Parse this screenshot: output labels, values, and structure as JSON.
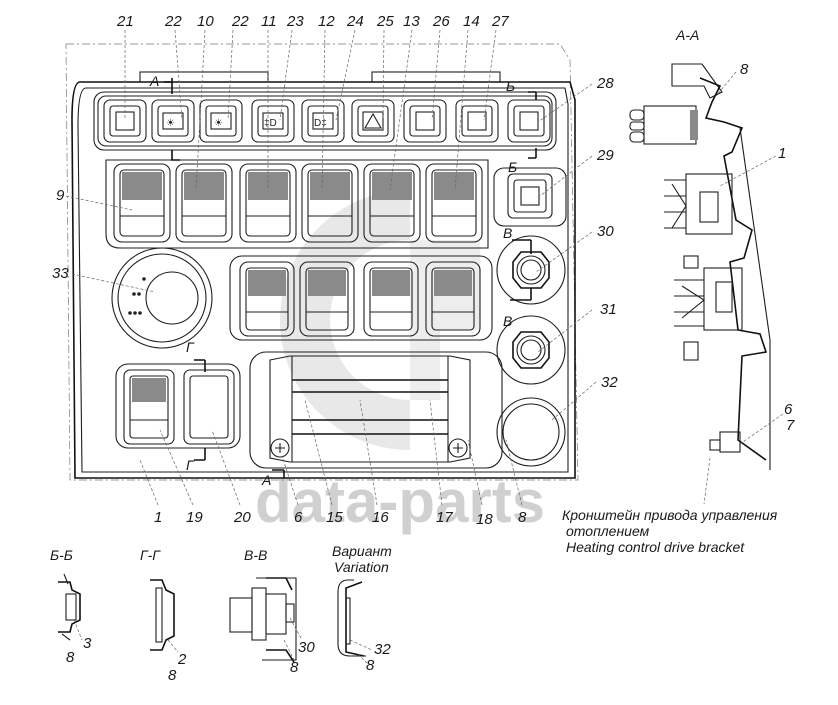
{
  "diagram": {
    "type": "technical-assembly-drawing",
    "subject": "Instrument panel switch block with sections",
    "watermark": "data-parts",
    "top_callouts": [
      "21",
      "22",
      "10",
      "22",
      "11",
      "23",
      "12",
      "24",
      "25",
      "13",
      "26",
      "14",
      "27"
    ],
    "right_callouts": [
      "28",
      "29",
      "30",
      "31",
      "32"
    ],
    "left_callouts": [
      "9",
      "33"
    ],
    "bottom_callouts": [
      "1",
      "19",
      "20",
      "6",
      "15",
      "16",
      "17",
      "18",
      "8"
    ],
    "section_marks": {
      "a": "А",
      "b": "Б",
      "v": "В",
      "g": "Г"
    },
    "section_a": {
      "title": "А-А",
      "callouts": [
        "8",
        "1",
        "6",
        "7"
      ],
      "caption_ru_line1": "Кронштейн привода управления",
      "caption_ru_line2": "отоплением",
      "caption_en": "Heating control drive bracket"
    },
    "details": [
      {
        "title": "Б-Б",
        "callouts": [
          "3",
          "8"
        ]
      },
      {
        "title": "Г-Г",
        "callouts": [
          "2",
          "8"
        ]
      },
      {
        "title": "В-В",
        "callouts": [
          "30",
          "8"
        ]
      },
      {
        "title_ru": "Вариант",
        "title_en": "Variation",
        "callouts": [
          "32",
          "8"
        ]
      }
    ]
  }
}
